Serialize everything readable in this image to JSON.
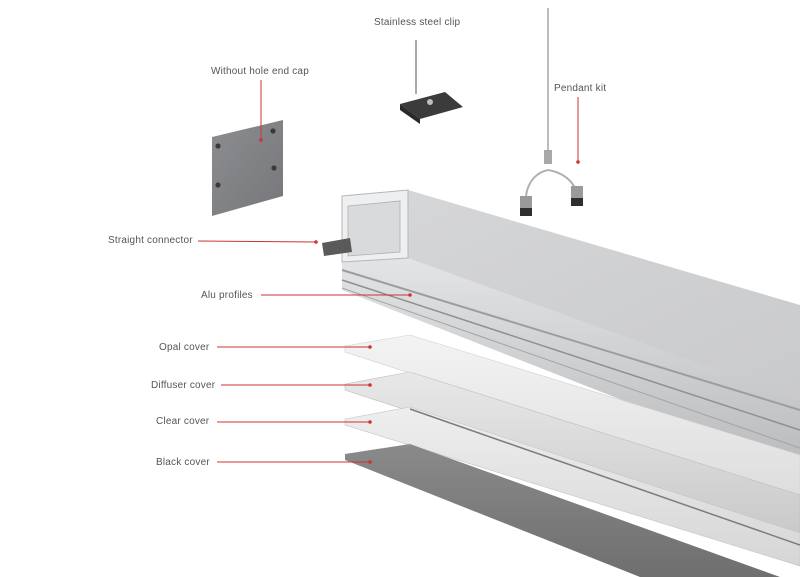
{
  "accent_color": "#cc3333",
  "labels": {
    "stainless_steel_clip": "Stainless steel clip",
    "without_hole_end_cap": "Without hole end cap",
    "pendant_kit": "Pendant kit",
    "straight_connector": "Straight connector",
    "alu_profiles": "Alu profiles",
    "opal_cover": "Opal cover",
    "diffuser_cover": "Diffuser cover",
    "clear_cover": "Clear cover",
    "black_cover": "Black cover"
  }
}
